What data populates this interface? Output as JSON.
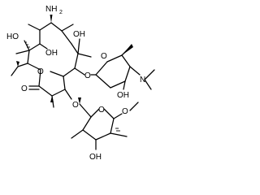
{
  "molecule": {
    "labels": {
      "nh2": "NH",
      "nh2_sub": "2",
      "ho_upper_left": "HO",
      "oh_upper_mid": "OH",
      "oh_upper_right": "OH",
      "o_lactone_ring": "O",
      "o_carbonyl": "O",
      "o_glycoside_upper": "O",
      "o_sugar_upper_ring": "O",
      "oh_sugar_upper": "OH",
      "n_dimethylamino": "N",
      "o_glycoside_lower": "O",
      "o_sugar_lower_ring": "O",
      "o_methoxy": "O",
      "oh_sugar_lower": "OH"
    }
  }
}
